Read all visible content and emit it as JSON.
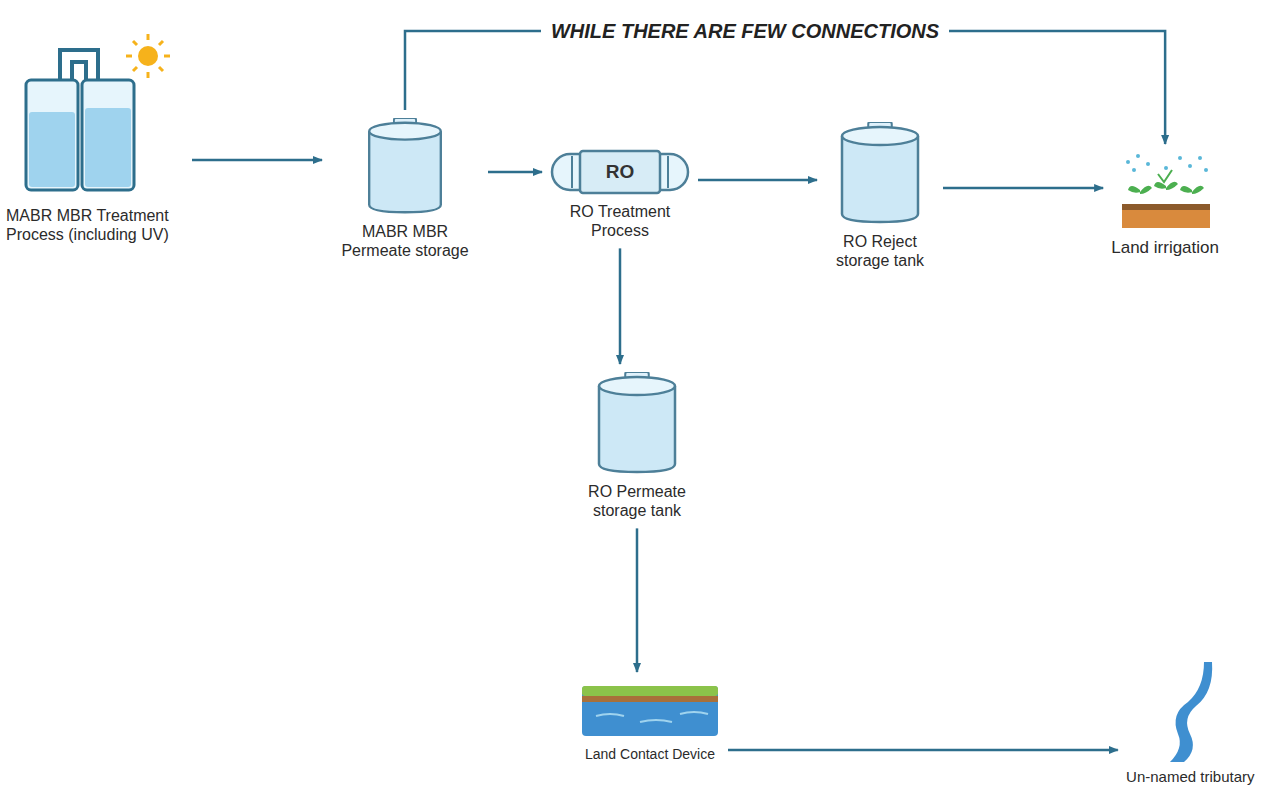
{
  "diagram": {
    "nodes": [
      {
        "text": [
          "MABR MBR Treatment Process (including UV)"
        ]
      },
      {
        "text": [
          "MABR MBR Permeate storage"
        ]
      },
      {
        "text": [
          "RO",
          "RO Treatment Process"
        ]
      },
      {
        "text": [
          "RO Reject storage tank"
        ]
      },
      {
        "text": [
          "Land irrigation"
        ]
      },
      {
        "text": [
          "RO Permeate storage tank"
        ]
      },
      {
        "text": [
          "Land Contact Device"
        ]
      },
      {
        "text": [
          "Un-named tributary"
        ]
      }
    ],
    "edges": [
      {
        "from": 0,
        "to": 1,
        "arrow": "to"
      },
      {
        "from": 1,
        "to": 2,
        "arrow": "to"
      },
      {
        "from": 2,
        "to": 3,
        "arrow": "to"
      },
      {
        "from": 3,
        "to": 4,
        "arrow": "to"
      },
      {
        "from": 2,
        "to": 5,
        "arrow": "to"
      },
      {
        "from": 5,
        "to": 6,
        "arrow": "to"
      },
      {
        "from": 6,
        "to": 7,
        "arrow": "to"
      },
      {
        "from": 1,
        "to": 4,
        "label": "WHILE THERE ARE FEW CONNECTIONS",
        "arrow": "to"
      }
    ]
  }
}
